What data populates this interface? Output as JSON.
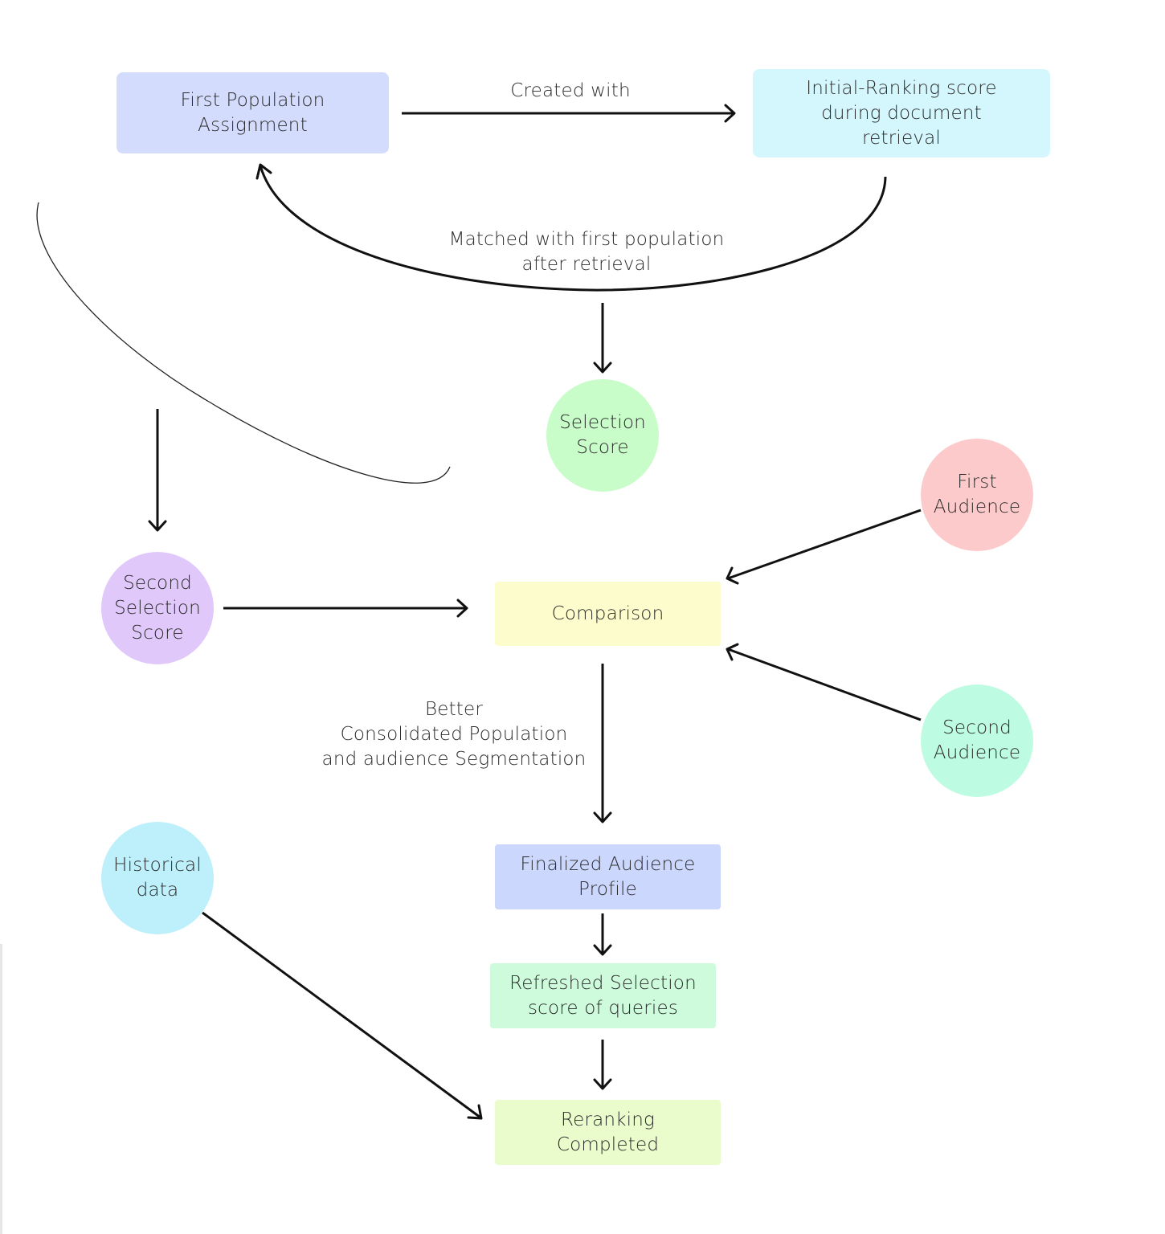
{
  "nodes": {
    "first_population": {
      "text": "First Population\nAssignment",
      "color": "#d4dcfd"
    },
    "initial_ranking": {
      "text": "Initial-Ranking score\nduring document\nretrieval",
      "color": "#d4f7fd"
    },
    "selection_score": {
      "text": "Selection\nScore",
      "color": "#c8fcc8"
    },
    "first_audience": {
      "text": "First\nAudience",
      "color": "#fccaca"
    },
    "second_selection_score": {
      "text": "Second\nSelection\nScore",
      "color": "#e0c8fb"
    },
    "comparison": {
      "text": "Comparison",
      "color": "#fcfccc"
    },
    "second_audience": {
      "text": "Second\nAudience",
      "color": "#bdfbe2"
    },
    "historical_data": {
      "text": "Historical\ndata",
      "color": "#bdf0fb"
    },
    "finalized_profile": {
      "text": "Finalized Audience\nProfile",
      "color": "#ccd7fd"
    },
    "refreshed_selection": {
      "text": "Refreshed Selection\nscore of queries",
      "color": "#cdfbdc"
    },
    "reranking_completed": {
      "text": "Reranking\nCompleted",
      "color": "#eafccc"
    }
  },
  "edge_labels": {
    "created_with": "Created with",
    "matched_with": "Matched with first population\nafter retrieval",
    "better_consolidated": "Better\nConsolidated Population\nand audience Segmentation"
  }
}
